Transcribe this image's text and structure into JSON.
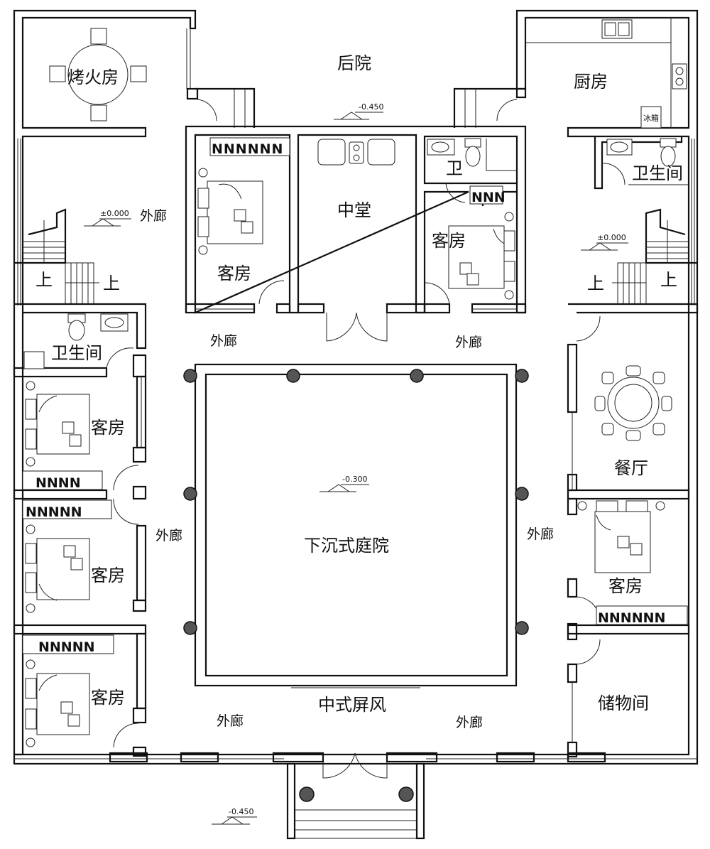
{
  "rooms": {
    "bbq_room": "烤火房",
    "back_yard": "后院",
    "kitchen": "厨房",
    "main_hall": "中堂",
    "guest_room": "客房",
    "wc_short": "卫",
    "bathroom": "卫生间",
    "dining": "餐厅",
    "courtyard": "下沉式庭院",
    "screen": "中式屏风",
    "storage": "储物间"
  },
  "corridor_label": "外廊",
  "stair_up_label": "上",
  "fridge_label": "冰箱",
  "levels": {
    "back_yard": "-0.450",
    "corridor": "±0.000",
    "courtyard": "-0.300",
    "entrance": "-0.450"
  },
  "colors": {
    "line": "#111111",
    "column_fill": "#555555",
    "background": "#ffffff"
  }
}
